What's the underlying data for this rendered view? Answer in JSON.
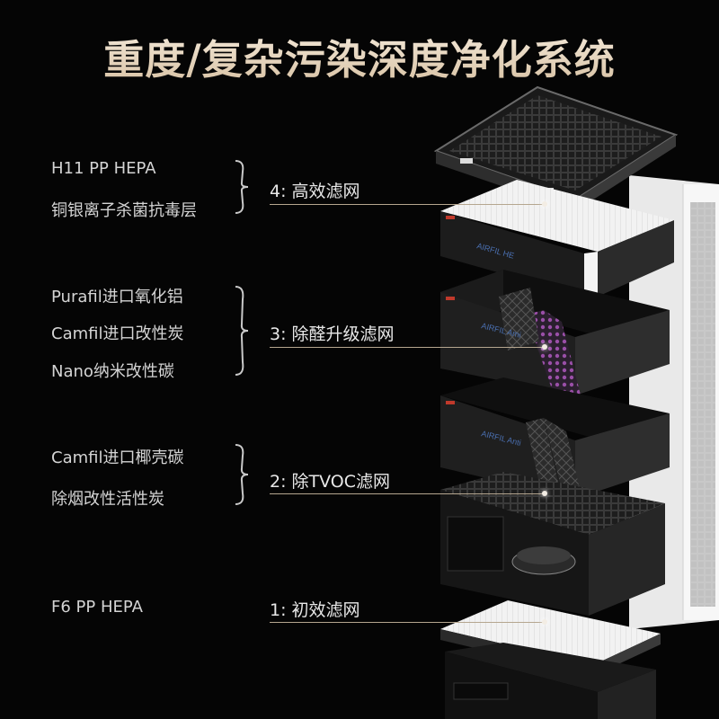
{
  "title": "重度/复杂污染深度净化系统",
  "filters": [
    {
      "stage": "4: 高效滤网",
      "materials": [
        "H11 PP HEPA",
        "铜银离子杀菌抗毒层"
      ]
    },
    {
      "stage": "3: 除醛升级滤网",
      "materials": [
        "Purafil进口氧化铝",
        "Camfil进口改性炭",
        "Nano纳米改性碳"
      ]
    },
    {
      "stage": "2: 除TVOC滤网",
      "materials": [
        "Camfil进口椰壳碳",
        "除烟改性活性炭"
      ]
    },
    {
      "stage": "1: 初效滤网",
      "materials": [
        "F6 PP HEPA"
      ]
    }
  ],
  "colors": {
    "background": "#050505",
    "title": "#eadbc7",
    "text": "#d4d4d4",
    "leader": "#b5a68f"
  }
}
